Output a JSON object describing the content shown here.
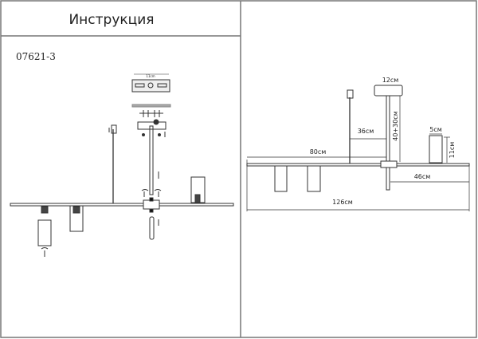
{
  "header": {
    "title": "Инструкция",
    "model_code": "07621-3"
  },
  "assembly_view": {
    "mount_plate_label": "11cm"
  },
  "dimension_view": {
    "canopy_width": "12см",
    "rod_length": "40+30см",
    "wire_offset": "36см",
    "left_arm": "80см",
    "shade_width": "5см",
    "shade_height": "11см",
    "right_arm": "46см",
    "total_length": "126см"
  },
  "colors": {
    "border": "#777777",
    "line": "#333333"
  }
}
